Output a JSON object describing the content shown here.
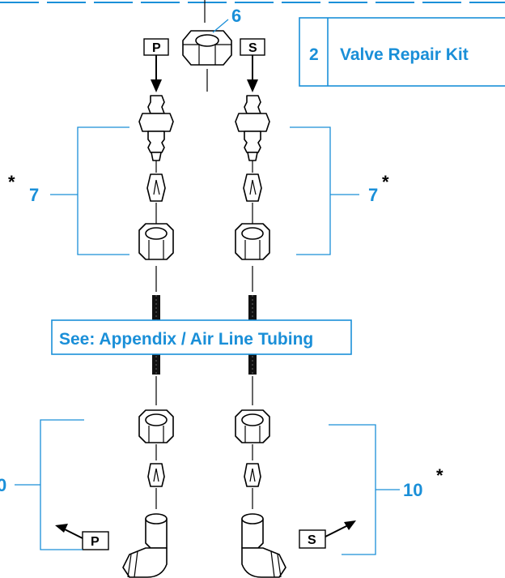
{
  "callouts": {
    "part_6": "6",
    "part_7_left": "7",
    "part_7_right": "7",
    "part_10_left": "0",
    "part_10_right": "10",
    "asterisk": "*"
  },
  "kit_box": {
    "number": "2",
    "title": "Valve Repair Kit"
  },
  "tubing_box": {
    "label": "See: Appendix / Air Line Tubing"
  },
  "ports": {
    "primary": "P",
    "secondary": "S"
  },
  "colors": {
    "accent": "#1a8fd8",
    "line": "#000000"
  }
}
